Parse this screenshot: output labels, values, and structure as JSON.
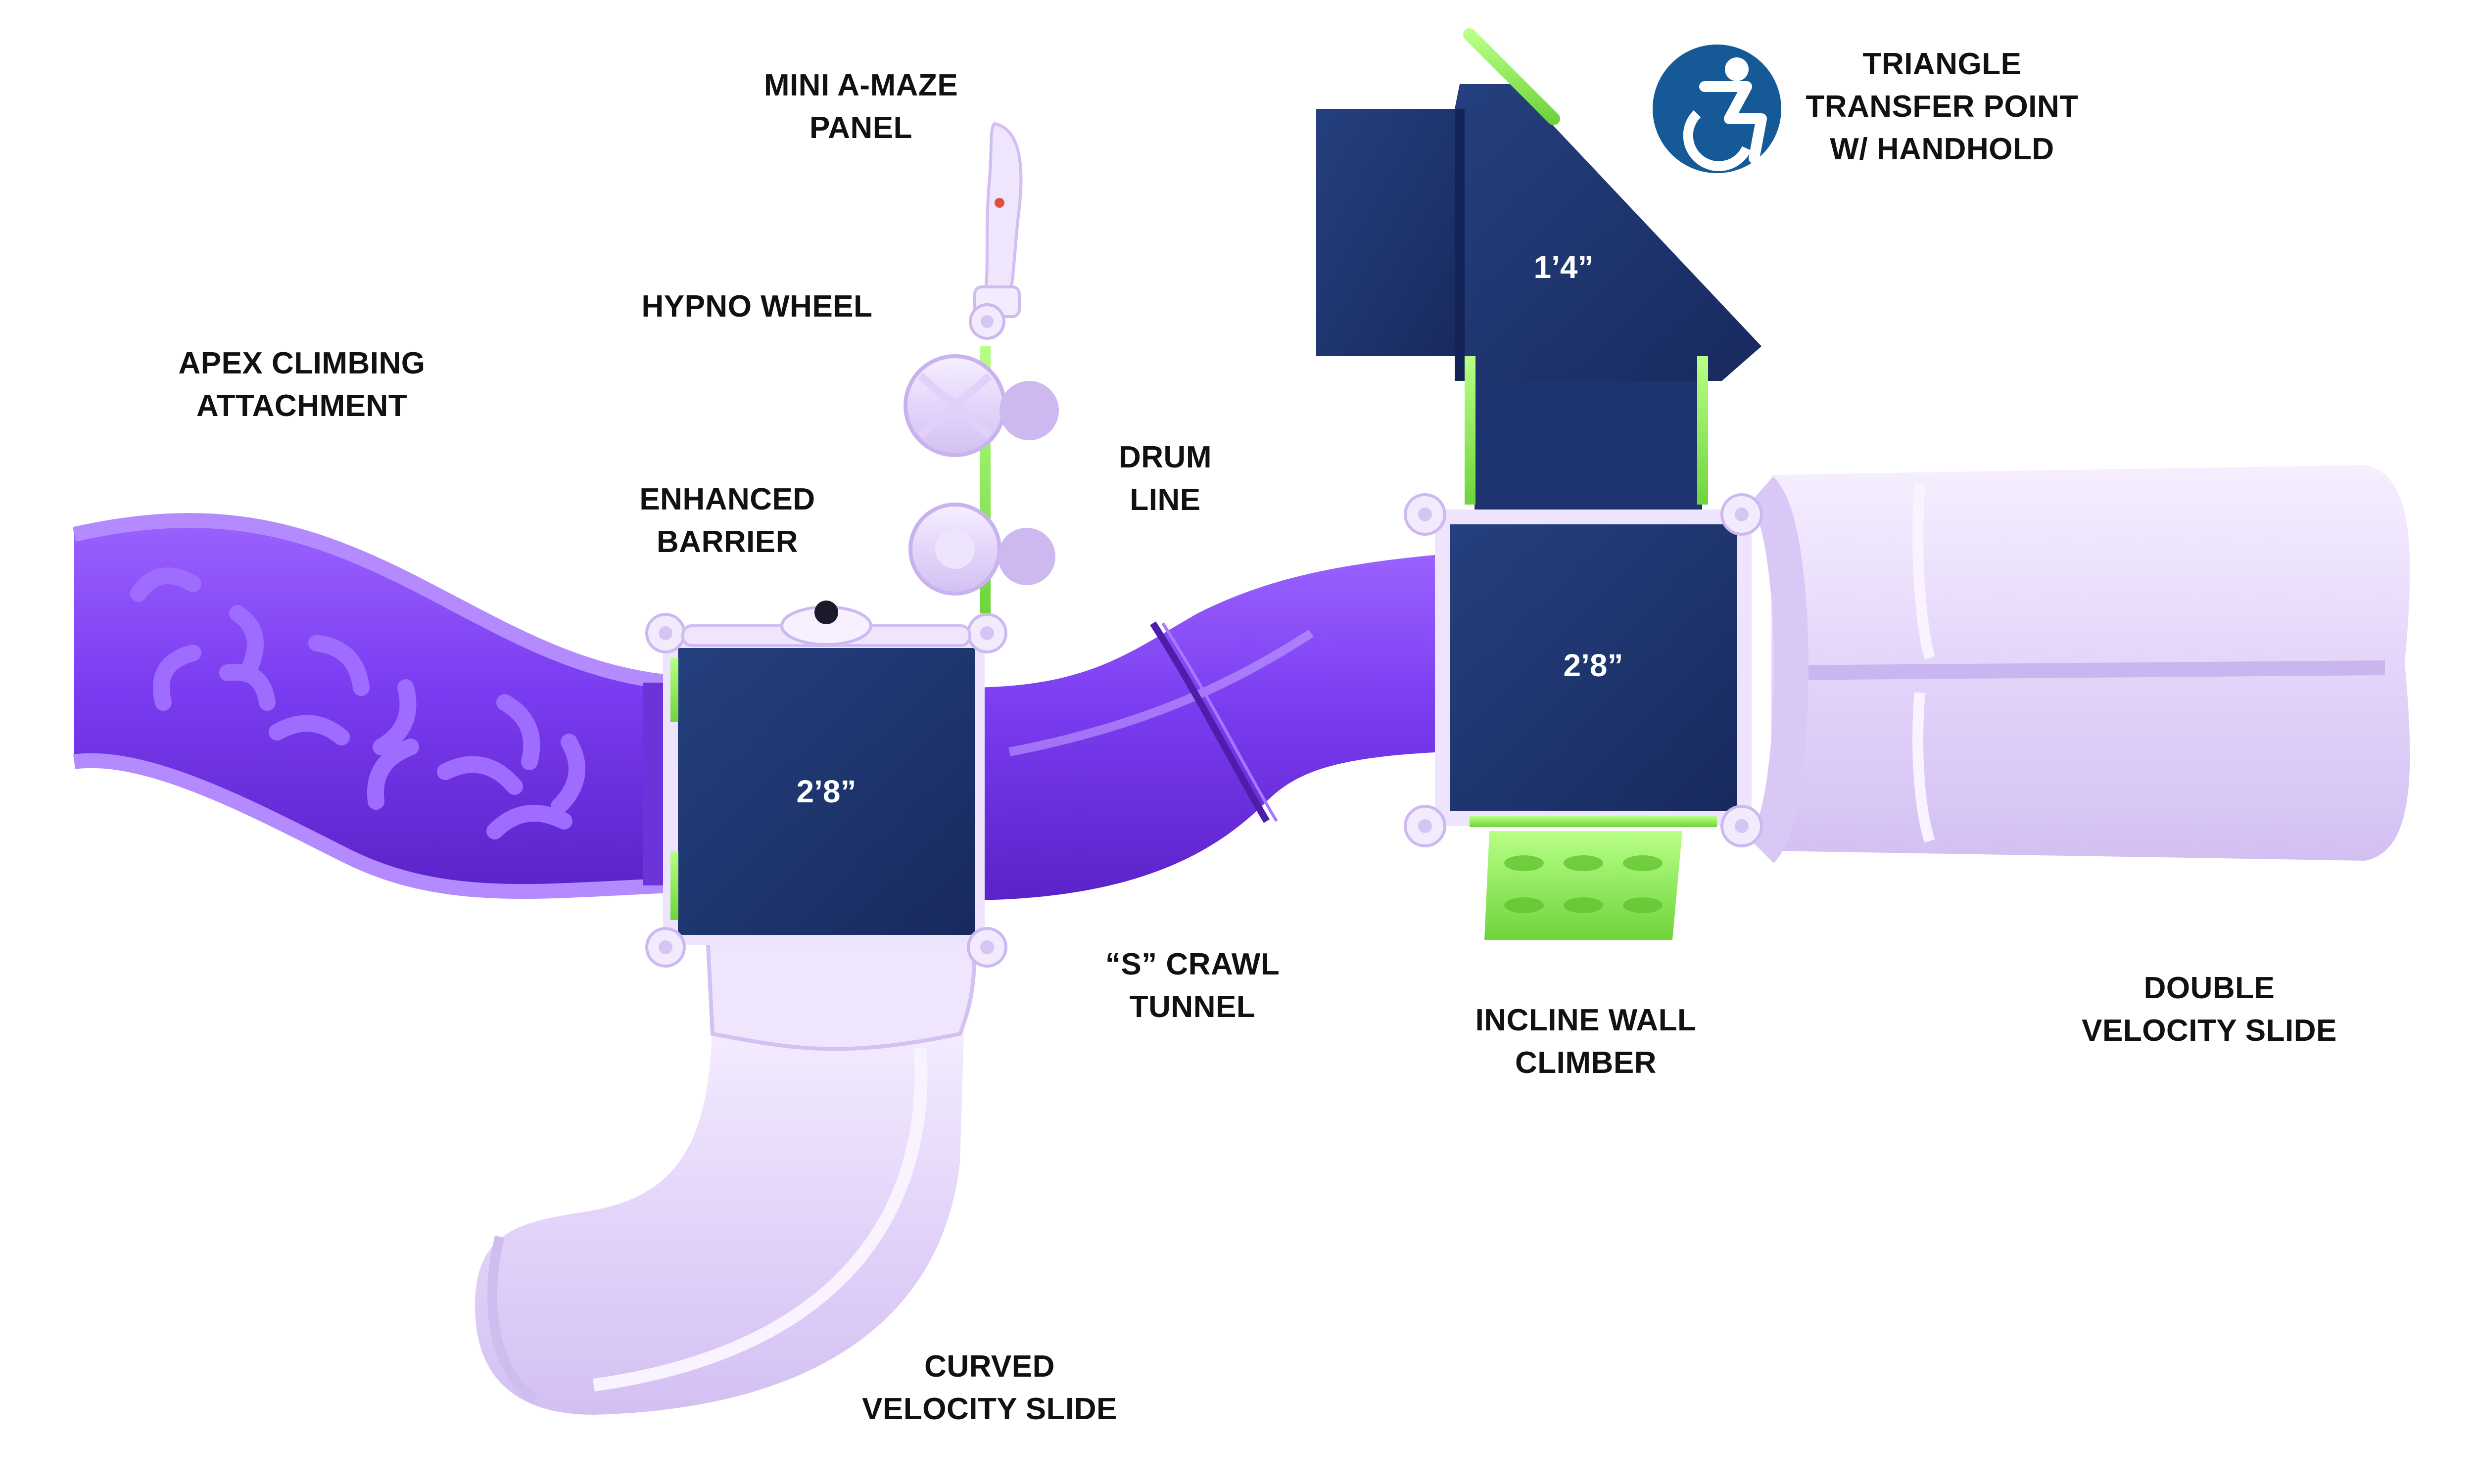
{
  "labels": {
    "mini_amaze_line1": "MINI A-MAZE",
    "mini_amaze_line2": "PANEL",
    "hypno_wheel": "HYPNO WHEEL",
    "apex_line1": "APEX CLIMBING",
    "apex_line2": "ATTACHMENT",
    "enhanced_line1": "ENHANCED",
    "enhanced_line2": "BARRIER",
    "drum_line1": "DRUM",
    "drum_line2": "LINE",
    "triangle_line1": "TRIANGLE",
    "triangle_line2": "TRANSFER POINT",
    "triangle_line3": "W/ HANDHOLD",
    "crawl_line1": "“S” CRAWL",
    "crawl_line2": "TUNNEL",
    "incline_line1": "INCLINE WALL",
    "incline_line2": "CLIMBER",
    "double_line1": "DOUBLE",
    "double_line2": "VELOCITY SLIDE",
    "curved_line1": "CURVED",
    "curved_line2": "VELOCITY SLIDE"
  },
  "dimensions": {
    "left_deck": "2’8”",
    "right_deck": "2’8”",
    "transfer_deck": "1’4”"
  },
  "icons": {
    "accessibility": "wheelchair-accessibility-icon"
  },
  "colors": {
    "deck_navy": "#1e3470",
    "tunnel_purple": "#7a3cf0",
    "slide_lavender": "#e6d8fb",
    "accent_green": "#8ef05a",
    "accessibility_blue": "#155a96",
    "text": "#111111"
  }
}
